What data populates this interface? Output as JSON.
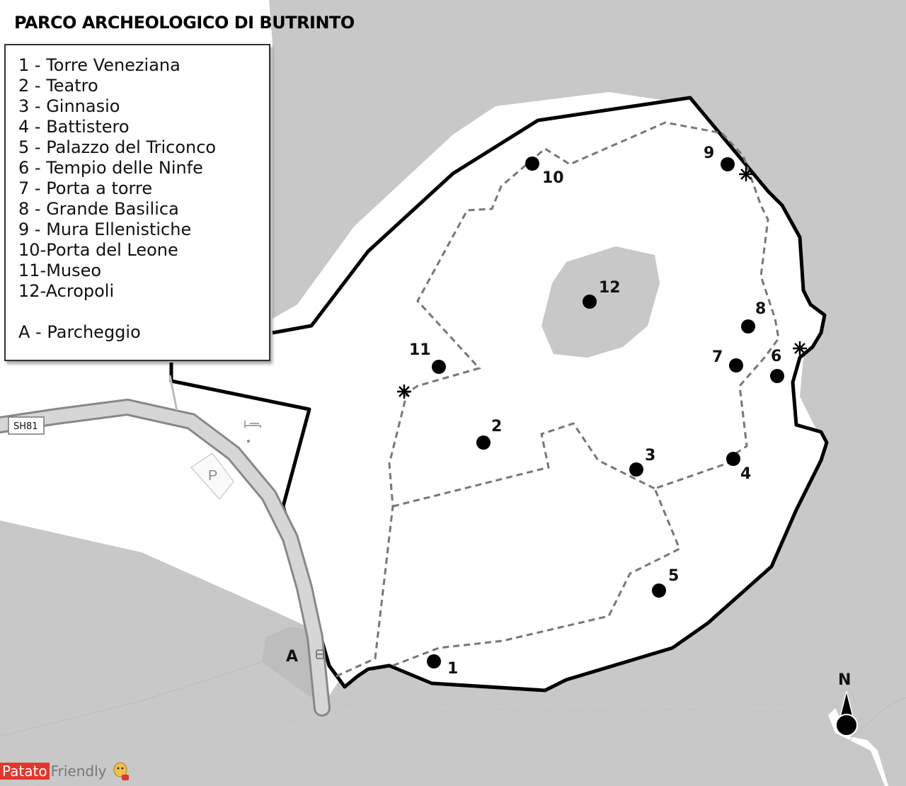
{
  "title": "PARCO ARCHEOLOGICO DI BUTRINTO",
  "legend": [
    "1 - Torre Veneziana",
    "2 - Teatro",
    "3 - Ginnasio",
    "4 - Battistero",
    "5 - Palazzo del Triconco",
    "6 - Tempio delle Ninfe",
    "7 - Porta a torre",
    "8 - Grande Basilica",
    "9 - Mura Ellenistiche",
    "10-Porta del Leone",
    "11-Museo",
    "12-Acropoli",
    "",
    "A - Parcheggio"
  ],
  "markers": [
    {
      "label": "1"
    },
    {
      "label": "2"
    },
    {
      "label": "3"
    },
    {
      "label": "4"
    },
    {
      "label": "5"
    },
    {
      "label": "6"
    },
    {
      "label": "7"
    },
    {
      "label": "8"
    },
    {
      "label": "9"
    },
    {
      "label": "10"
    },
    {
      "label": "11"
    },
    {
      "label": "12"
    }
  ],
  "parking_label": "A",
  "road_label": "SH81",
  "parking_sign": "P",
  "north_label": "N",
  "brand": {
    "part1": "Patato",
    "part2": "Friendly"
  },
  "colors": {
    "water": "#c8c8c8",
    "land": "#ffffff",
    "boundary": "#000000",
    "path": "#777777",
    "brand_red": "#e5362b"
  }
}
